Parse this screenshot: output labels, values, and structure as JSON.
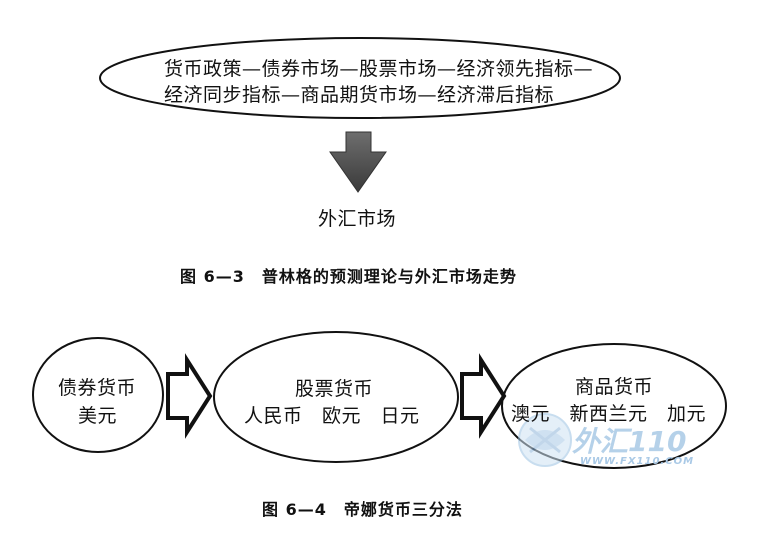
{
  "fig1": {
    "ellipse_line1": "货币政策—债券市场—股票市场—经济领先指标—",
    "ellipse_line2": "经济同步指标—商品期货市场—经济滞后指标",
    "target": "外汇市场",
    "caption": "图 6—3　普林格的预测理论与外汇市场走势"
  },
  "fig2": {
    "circle1_line1": "债券货币",
    "circle1_line2": "美元",
    "circle2_line1": "股票货币",
    "circle2_line2": "人民币　欧元　日元",
    "circle3_line1": "商品货币",
    "circle3_line2": "澳元　新西兰元　加元",
    "caption": "图 6—4　帝娜货币三分法"
  },
  "watermark": {
    "brand": "外汇110",
    "url": "WWW.FX110.COM"
  }
}
